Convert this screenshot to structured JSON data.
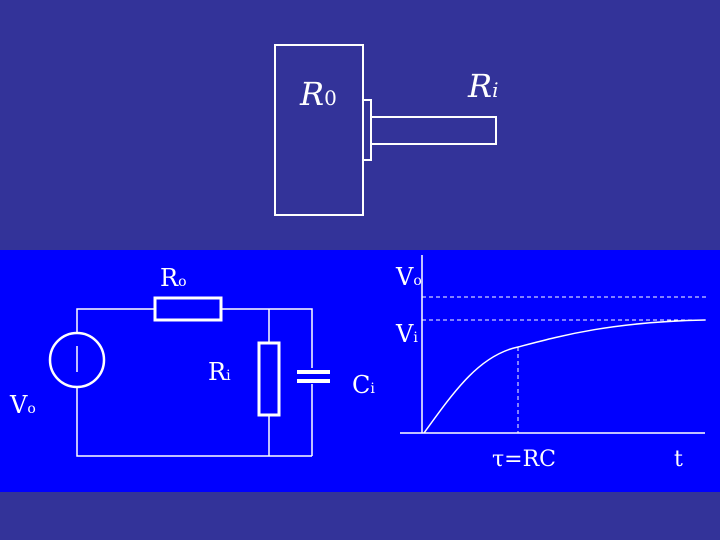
{
  "colors": {
    "background": "#333399",
    "band": "#0000ff",
    "stroke": "#ffffff"
  },
  "top_diagram": {
    "r0": {
      "main": "R",
      "sub": "0"
    },
    "ri": {
      "main": "R",
      "sub": "i"
    }
  },
  "circuit": {
    "ro": {
      "main": "R",
      "sub": "o"
    },
    "ri": {
      "main": "R",
      "sub": "i"
    },
    "ci": {
      "main": "C",
      "sub": "i"
    },
    "vo": {
      "main": "V",
      "sub": "o"
    }
  },
  "graph": {
    "vo": {
      "main": "V",
      "sub": "o"
    },
    "vi": {
      "main": "V",
      "sub": "i"
    },
    "tau": "τ=RC",
    "t": "t"
  }
}
